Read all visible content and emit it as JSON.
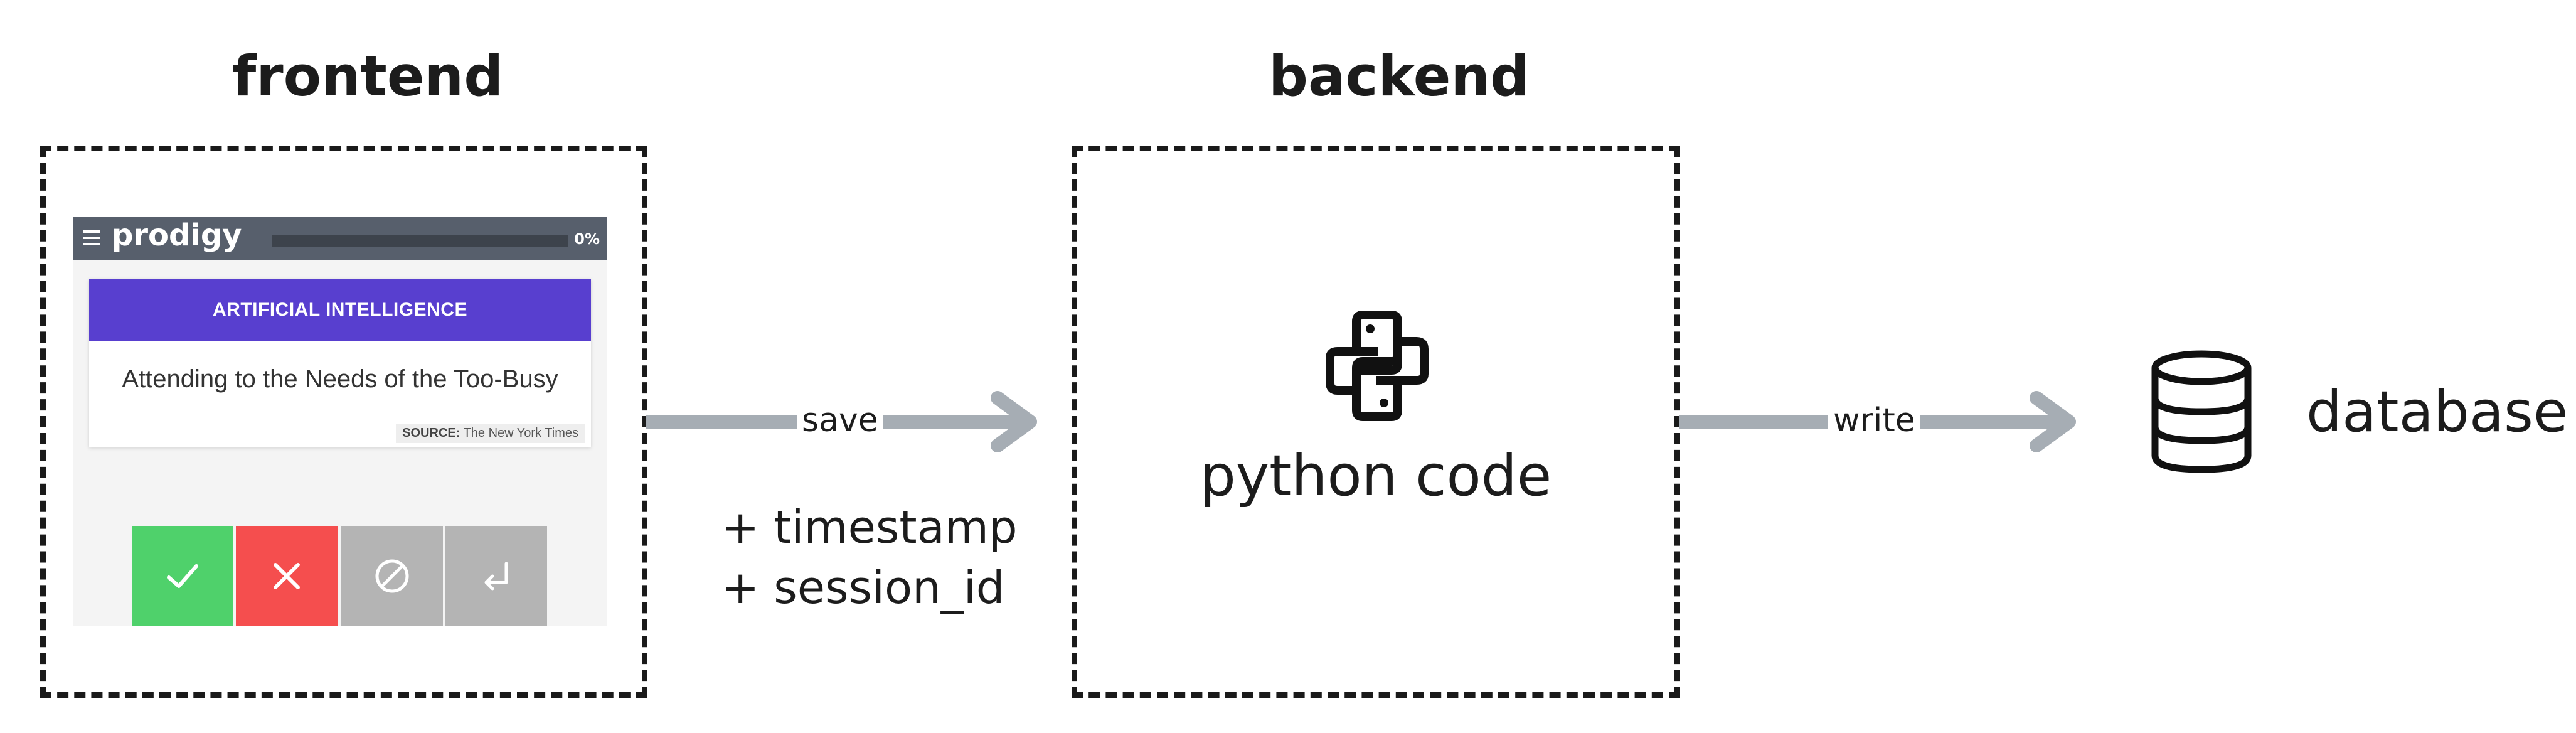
{
  "frontend": {
    "heading": "frontend",
    "app": {
      "logo": "prodigy",
      "progress_percent": 0,
      "progress_label": "0%",
      "label": "ARTIFICIAL INTELLIGENCE",
      "text": "Attending to the Needs of the Too-Busy",
      "source_prefix": "SOURCE:",
      "source_name": "The New York Times",
      "buttons": {
        "accept": "accept",
        "reject": "reject",
        "ignore": "ignore",
        "undo": "undo"
      }
    }
  },
  "save_arrow": {
    "label": "save",
    "extra_line_1": "+ timestamp",
    "extra_line_2": "+ session_id"
  },
  "backend": {
    "heading": "backend",
    "label": "python code",
    "icon": "python-icon"
  },
  "write_arrow": {
    "label": "write"
  },
  "database": {
    "label": "database",
    "icon": "database-icon"
  },
  "colors": {
    "arrow": "#a6adb4",
    "header": "#575f6c",
    "label_bg": "#583fcf",
    "accept": "#4fd16b",
    "reject": "#f54e4e",
    "neutral": "#b4b4b4"
  }
}
